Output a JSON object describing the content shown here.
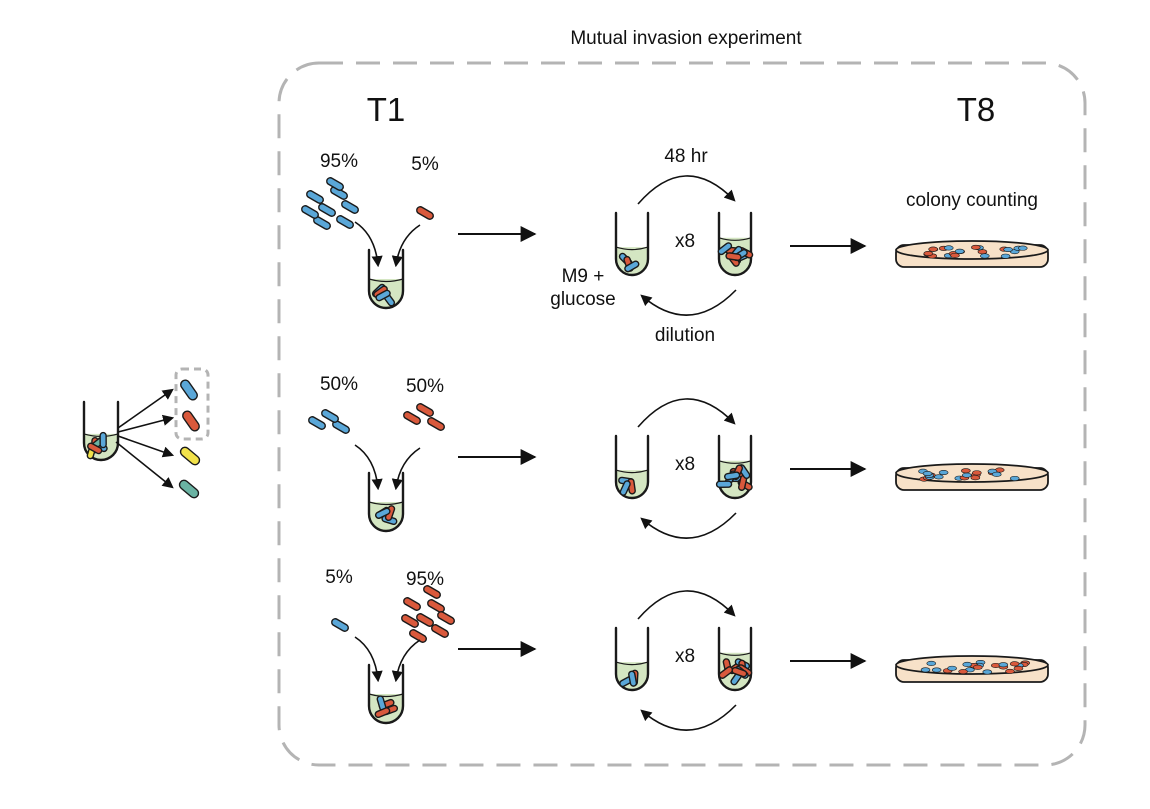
{
  "title": "Mutual invasion experiment",
  "start_label": "T1",
  "end_label": "T8",
  "rows": [
    {
      "left_pct": "95%",
      "right_pct": "5%",
      "cycles": "x8"
    },
    {
      "left_pct": "50%",
      "right_pct": "50%",
      "cycles": "x8"
    },
    {
      "left_pct": "5%",
      "right_pct": "95%",
      "cycles": "x8"
    }
  ],
  "cycle_labels": {
    "top": "48 hr",
    "bottom": "dilution",
    "medium_line1": "M9 +",
    "medium_line2": "glucose"
  },
  "readout": "colony counting",
  "colors": {
    "blue": "#5aa7d8",
    "red": "#d9593c",
    "yellow": "#f2e24a",
    "green": "#6ab3a3",
    "media": "#d4e6c2",
    "plate": "#f7e1c8",
    "dash": "#b4b4b4"
  },
  "icons": {
    "culture_tube": "test-tube-icon",
    "bacterium": "rod-bacterium-icon",
    "petri_dish": "petri-dish-icon"
  }
}
